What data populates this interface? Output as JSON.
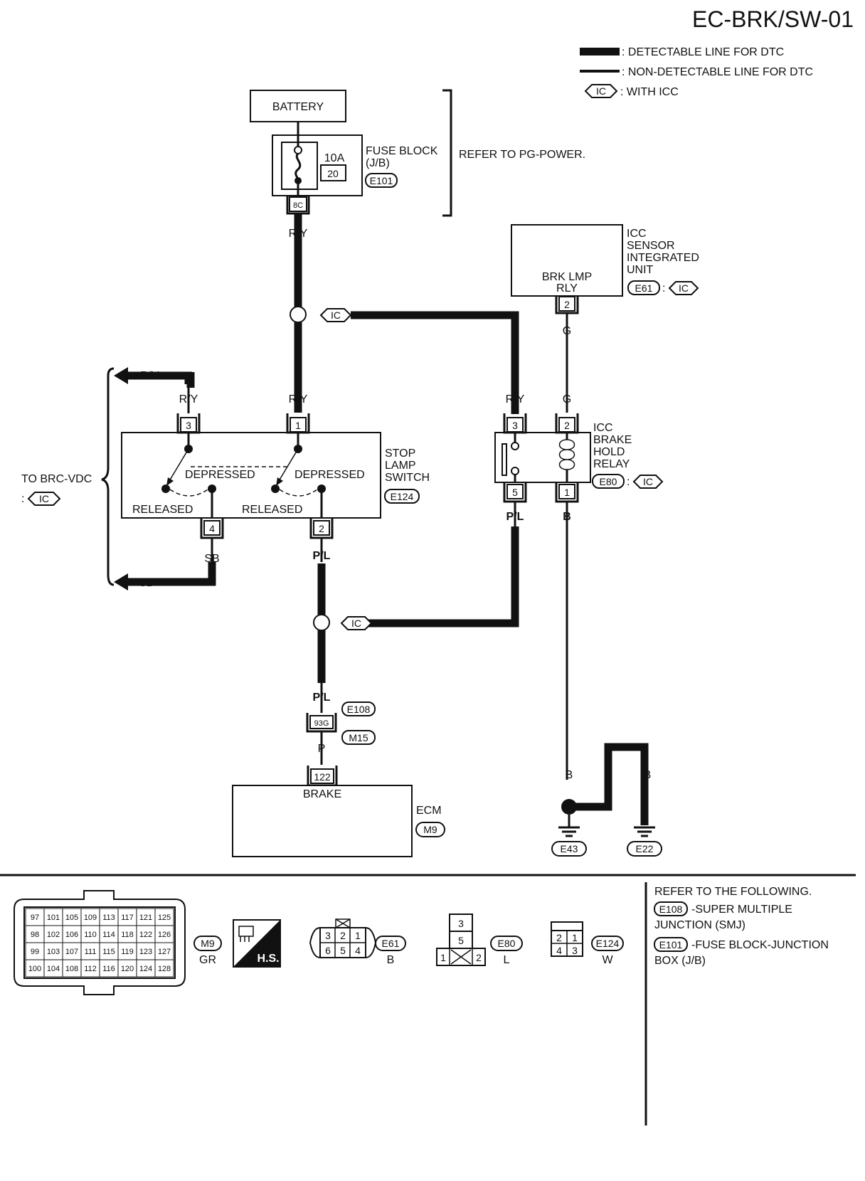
{
  "page": {
    "code": "EC-BRK/SW-01"
  },
  "legend": {
    "detectable": ": DETECTABLE LINE FOR DTC",
    "non_detectable": ": NON-DETECTABLE LINE FOR DTC",
    "with_icc": ": WITH ICC",
    "icc_symbol": "IC"
  },
  "battery": {
    "label": "BATTERY"
  },
  "fuse_block": {
    "title_line1": "FUSE BLOCK",
    "title_line2": "(J/B)",
    "connector": "E101",
    "amperage": "10A",
    "fuse_number": "20",
    "terminal": "8C",
    "refer": "REFER TO PG-POWER."
  },
  "icc_sensor": {
    "line1": "ICC",
    "line2": "SENSOR",
    "line3": "INTEGRATED",
    "line4": "UNIT",
    "terminal_label_line1": "BRK LMP",
    "terminal_label_line2": "RLY",
    "connector": "E61",
    "terminal": "2"
  },
  "stop_lamp_switch": {
    "line1": "STOP",
    "line2": "LAMP",
    "line3": "SWITCH",
    "connector": "E124",
    "depressed": "DEPRESSED",
    "released": "RELEASED",
    "terminals": {
      "t1": "1",
      "t2": "2",
      "t3": "3",
      "t4": "4"
    }
  },
  "relay": {
    "line1": "ICC",
    "line2": "BRAKE",
    "line3": "HOLD",
    "line4": "RELAY",
    "connector": "E80",
    "terminals": {
      "t1": "1",
      "t2": "2",
      "t3": "3",
      "t5": "5"
    }
  },
  "wires": {
    "ry": "R/Y",
    "g": "G",
    "pl": "P/L",
    "b": "B",
    "sb": "SB",
    "p": "P"
  },
  "brc_vdc": {
    "label": "TO BRC-VDC",
    "colon": ":"
  },
  "junction": {
    "terminal": "93G",
    "connector_a": "E108",
    "connector_b": "M15"
  },
  "ecm": {
    "label": "ECM",
    "terminal": "122",
    "terminal_label": "BRAKE",
    "connector": "M9"
  },
  "grounds": {
    "g1": "E43",
    "g2": "E22"
  },
  "connectors": {
    "m9": {
      "id": "M9",
      "color": "GR",
      "rows": [
        [
          "97",
          "101",
          "105",
          "109",
          "113",
          "117",
          "121",
          "125"
        ],
        [
          "98",
          "102",
          "106",
          "110",
          "114",
          "118",
          "122",
          "126"
        ],
        [
          "99",
          "103",
          "107",
          "111",
          "115",
          "119",
          "123",
          "127"
        ],
        [
          "100",
          "104",
          "108",
          "112",
          "116",
          "120",
          "124",
          "128"
        ]
      ]
    },
    "hs": "H.S.",
    "e61": {
      "id": "E61",
      "color": "B",
      "top": [
        "3",
        "2",
        "1"
      ],
      "bottom": [
        "6",
        "5",
        "4"
      ]
    },
    "e80": {
      "id": "E80",
      "color": "L",
      "cells": [
        "3",
        "5",
        "1",
        "2"
      ]
    },
    "e124": {
      "id": "E124",
      "color": "W",
      "top": [
        "2",
        "1"
      ],
      "bottom": [
        "4",
        "3"
      ]
    }
  },
  "refer_following": {
    "heading": "REFER TO THE FOLLOWING.",
    "item1_code": "E108",
    "item1_line1": "-SUPER MULTIPLE",
    "item1_line2": "JUNCTION (SMJ)",
    "item2_code": "E101",
    "item2_line1": "-FUSE BLOCK-JUNCTION",
    "item2_line2": "BOX (J/B)"
  }
}
